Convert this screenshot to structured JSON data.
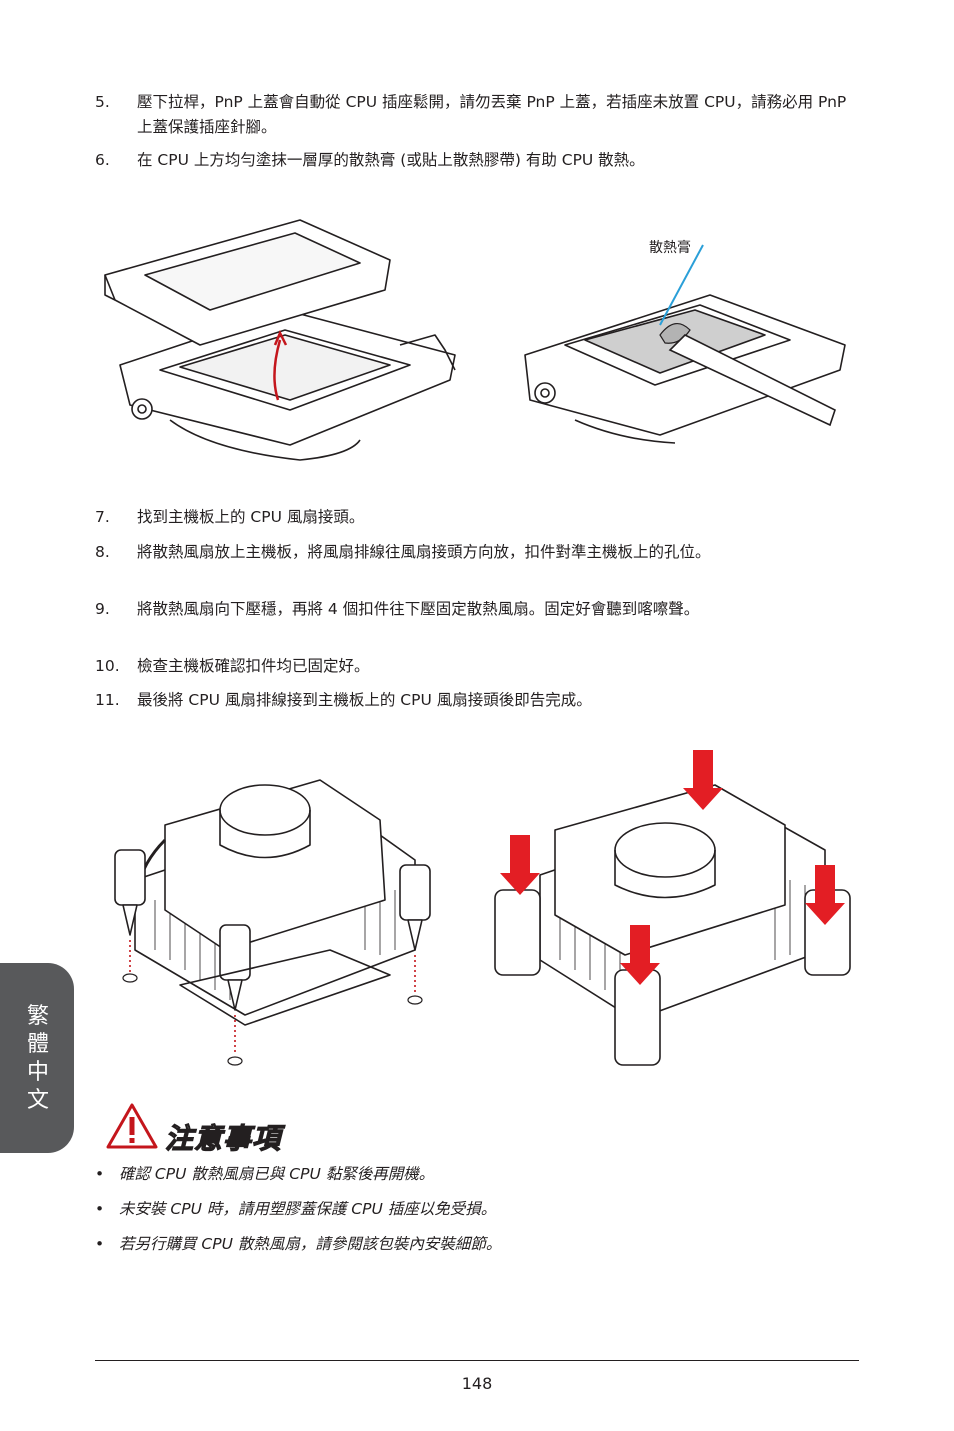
{
  "steps_top": [
    {
      "num": "5.",
      "text": "壓下拉桿，PnP 上蓋會自動從 CPU 插座鬆開，請勿丟棄 PnP 上蓋，若插座未放置 CPU，請務必用 PnP 上蓋保護插座針腳。"
    },
    {
      "num": "6.",
      "text": "在 CPU 上方均勻塗抹一層厚的散熱膏 (或貼上散熱膠帶) 有助 CPU 散熱。"
    }
  ],
  "figure1": {
    "callout_label": "散熱膏"
  },
  "steps_bottom": [
    {
      "num": "7.",
      "text": "找到主機板上的 CPU 風扇接頭。"
    },
    {
      "num": "8.",
      "text": "將散熱風扇放上主機板，將風扇排線往風扇接頭方向放，扣件對準主機板上的孔位。"
    },
    {
      "num": "9.",
      "text": "將散熱風扇向下壓穩，再將 4 個扣件往下壓固定散熱風扇。固定好會聽到喀嚓聲。"
    },
    {
      "num": "10.",
      "text": "檢查主機板確認扣件均已固定好。"
    },
    {
      "num": "11.",
      "text": "最後將 CPU 風扇排線接到主機板上的 CPU 風扇接頭後即告完成。"
    }
  ],
  "side_tab": {
    "label": "繁體中文"
  },
  "caution": {
    "title": "注意事項",
    "bullets": [
      "確認 CPU 散熱風扇已與 CPU 黏緊後再開機。",
      "未安裝 CPU 時，請用塑膠蓋保護 CPU 插座以免受損。",
      "若另行購買 CPU 散熱風扇，請參閱該包裝內安裝細節。"
    ]
  },
  "footer": {
    "page_number": "148"
  },
  "colors": {
    "text": "#231f20",
    "tab": "#58595b",
    "arrow": "#e31e24",
    "callout_line": "#2a9fd8",
    "paste": "#b3b3b3",
    "warning": "#c4161c"
  }
}
